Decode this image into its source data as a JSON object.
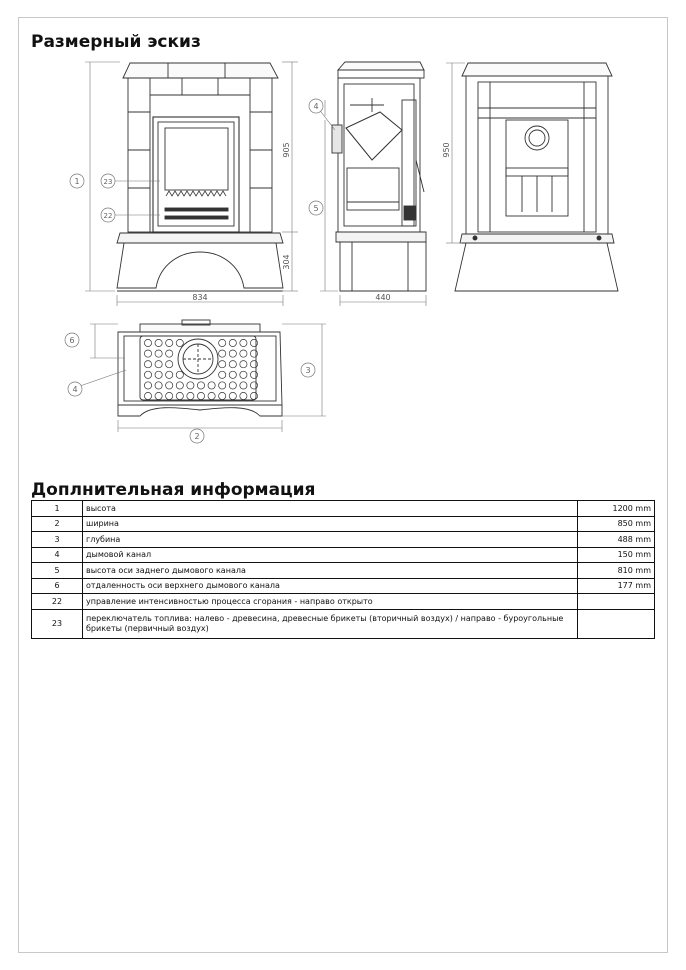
{
  "title": "Размерный эскиз",
  "drawing": {
    "front": {
      "dim_width": "834",
      "dim_upper_height": "905",
      "dim_base_height": "304",
      "callout_height": "1",
      "callout_23": "23",
      "callout_22": "22"
    },
    "side": {
      "dim_depth": "440",
      "callout_flue": "4",
      "callout_flue_axis": "5"
    },
    "back": {
      "dim_height": "950"
    },
    "top": {
      "callout_width": "2",
      "callout_depth": "3",
      "callout_flue": "4",
      "callout_offset": "6"
    }
  },
  "info_title": "Доплнительная информация",
  "rows": [
    {
      "num": "1",
      "desc": "высота",
      "value": "1200 mm"
    },
    {
      "num": "2",
      "desc": "ширина",
      "value": "850 mm"
    },
    {
      "num": "3",
      "desc": "глубина",
      "value": "488 mm"
    },
    {
      "num": "4",
      "desc": "дымовой канал",
      "value": "150 mm"
    },
    {
      "num": "5",
      "desc": "высота оси заднего дымового канала",
      "value": "810 mm"
    },
    {
      "num": "6",
      "desc": "отдаленность оси верхнего дымового канала",
      "value": "177 mm"
    },
    {
      "num": "22",
      "desc": "управление интенсивностью процесса сгорания - направо открыто",
      "value": ""
    },
    {
      "num": "23",
      "desc_line1": "переключатель топлива: налево - древесина, древесные брикеты (вторичный воздух) / направо - буроугольные",
      "desc_line2": "брикеты (первичный воздух)",
      "value": ""
    }
  ]
}
